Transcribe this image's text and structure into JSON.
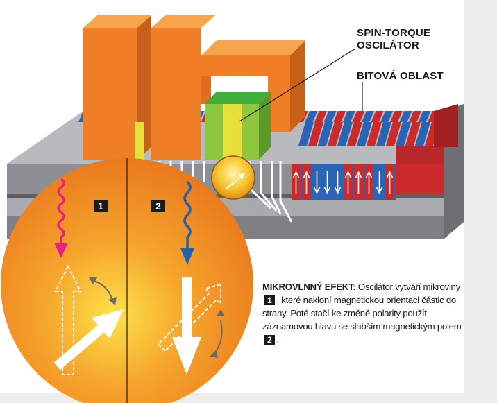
{
  "labels": {
    "spin_torque_line1": "SPIN-TORQUE",
    "spin_torque_line2": "OSCILÁTOR",
    "bit_area": "BITOVÁ OBLAST"
  },
  "markers": {
    "one": "1",
    "two": "2"
  },
  "caption": {
    "title": "MIKROVLNNÝ EFEKT:",
    "part1": " Oscilátor vytváří mikrovlny ",
    "badge1": "1",
    "part2": ", které nakloní magnetickou orientaci částic do strany. Poté stačí ke změně polarity použít záznamovou hlavu se slabším magnetickým polem ",
    "badge2": "2",
    "part3": "."
  },
  "colors": {
    "head_orange": "#f07e26",
    "lens_orange": "#f39a2a",
    "bit_red": "#cc2a2a",
    "bit_blue": "#2a64b4",
    "oscillator_green": "#8fc63f",
    "oscillator_yellow": "#e8e03a",
    "wave_magenta": "#e6237e",
    "wave_blue": "#2460a8",
    "medium_gray": "#8e8f92"
  }
}
